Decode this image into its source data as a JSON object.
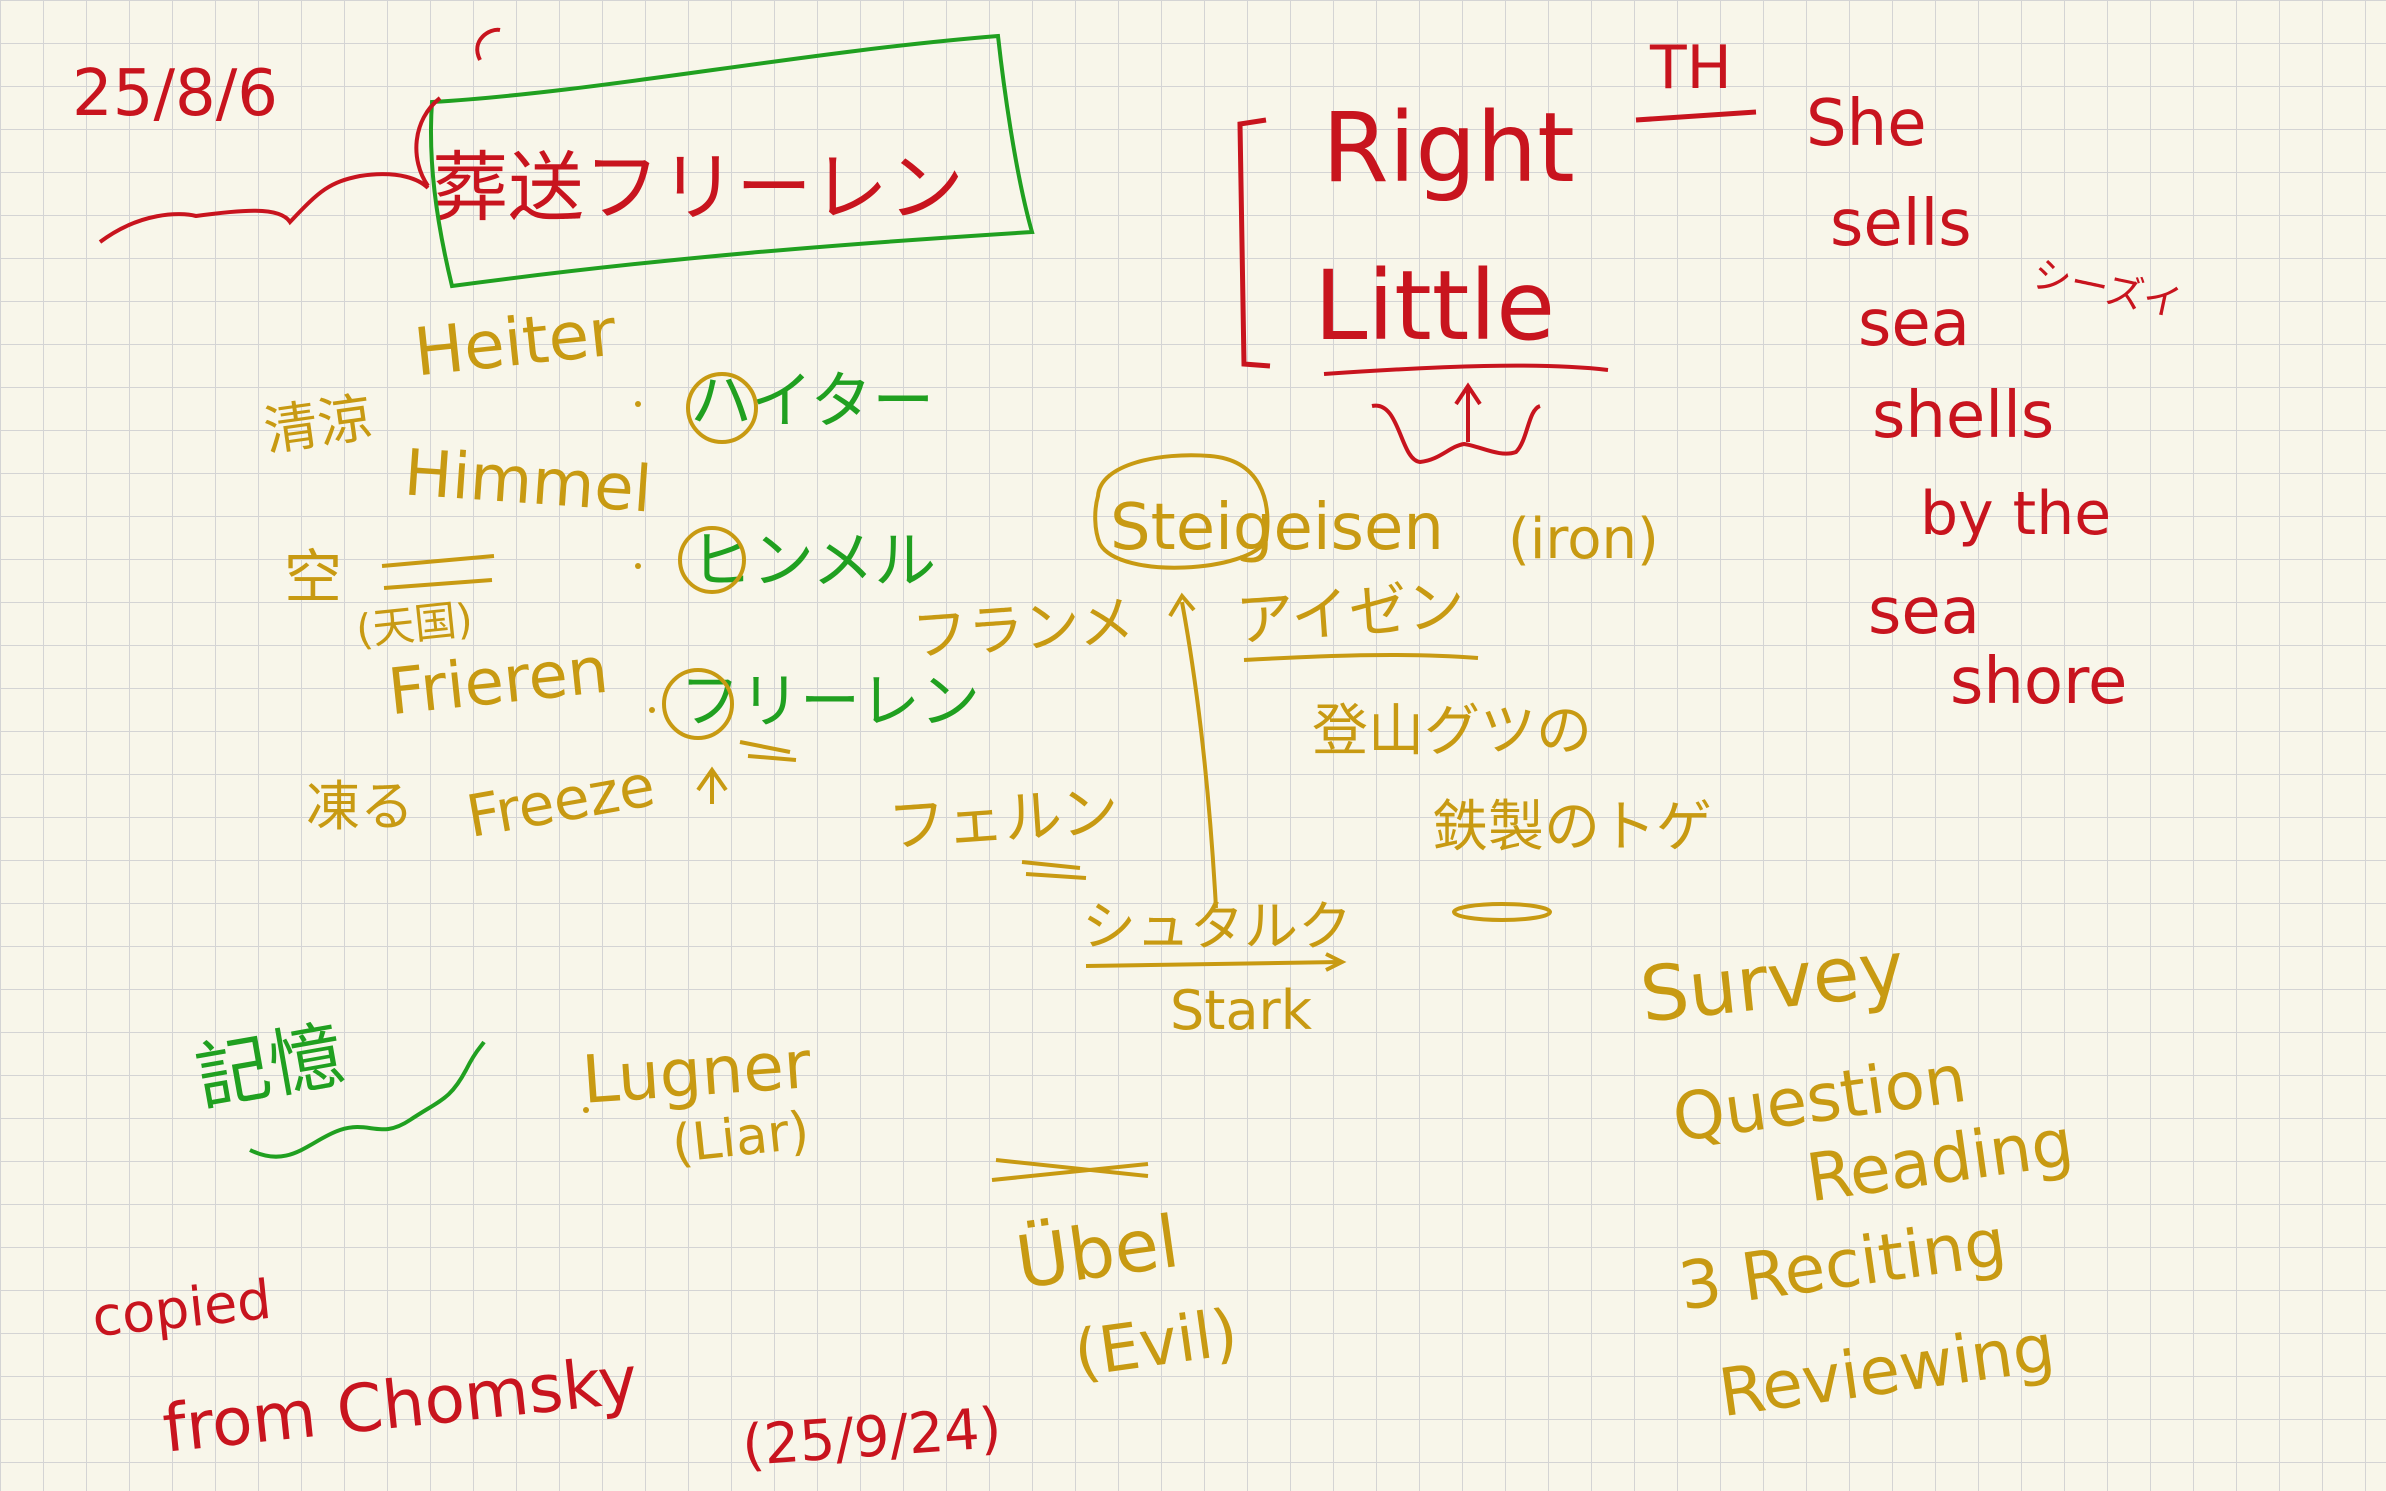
{
  "colors": {
    "red": "#c8141e",
    "gold": "#c89a12",
    "green": "#20a020",
    "paper": "#f8f6ea",
    "grid": "#d4d4d4"
  },
  "date": "25/8/6",
  "title": "葬送フリーレン",
  "heiter": {
    "kanji": "清涼",
    "romaji": "Heiter",
    "kana": "ハイター"
  },
  "himmel": {
    "kanji": "空",
    "kanji_sub": "(天国)",
    "romaji": "Himmel",
    "kana": "ヒンメル"
  },
  "frieren": {
    "romaji": "Frieren",
    "kana": "フリーレン",
    "kanji": "凍る",
    "freeze": "Freeze"
  },
  "stark_group": {
    "steigeisen": "Steigeisen",
    "iron": "(iron)",
    "flamme": "フランメ",
    "eisen_kana": "アイゼン",
    "climbing": "登山グツの",
    "iron_spikes": "鉄製のトゲ",
    "fern": "フェルン",
    "stark_kana": "シュタルク",
    "stark": "Stark"
  },
  "kioku": "記憶",
  "lugner": {
    "name": "Lugner",
    "meaning": "(Liar)"
  },
  "ubel": {
    "name": "Übel",
    "meaning": "(Evil)"
  },
  "phonetics": {
    "right": "Right",
    "little": "Little",
    "th": "TH"
  },
  "tongue_twister": [
    "She",
    "sells",
    "sea",
    "shells",
    "by the",
    "sea",
    "shore"
  ],
  "tongue_twister_note": "シーズイ",
  "survey": [
    "Survey",
    "Question",
    "Reading",
    "3 Reciting",
    "Reviewing"
  ],
  "credit": {
    "line1": "copied",
    "line2": "from Chomsky",
    "date": "(25/9/24)"
  }
}
